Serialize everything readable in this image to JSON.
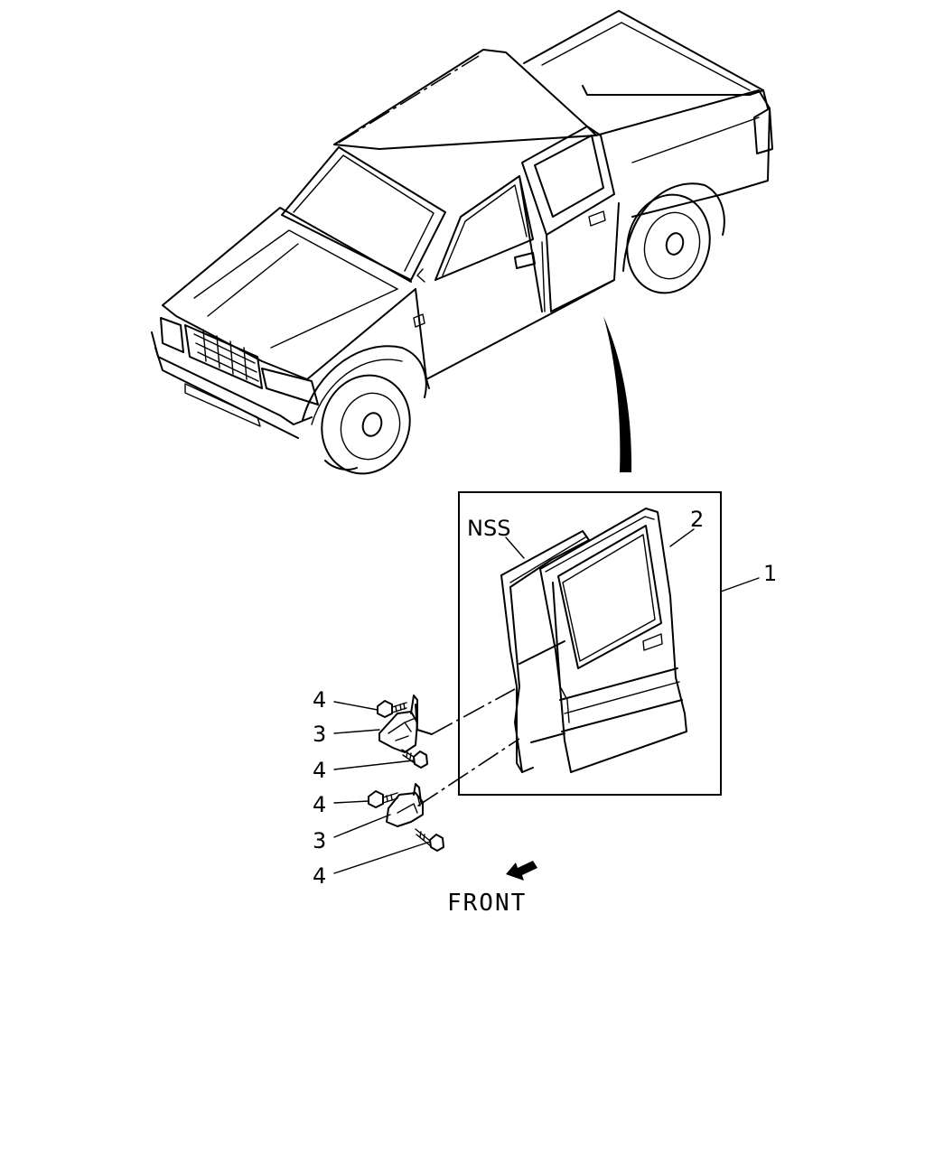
{
  "labels": {
    "assembly": "1",
    "weatherstrip": "2",
    "nss": "NSS",
    "hinge_upper": "3",
    "hinge_lower": "3",
    "bolt_a": "4",
    "bolt_b": "4",
    "bolt_c": "4",
    "bolt_d": "4",
    "front": "FRONT"
  }
}
